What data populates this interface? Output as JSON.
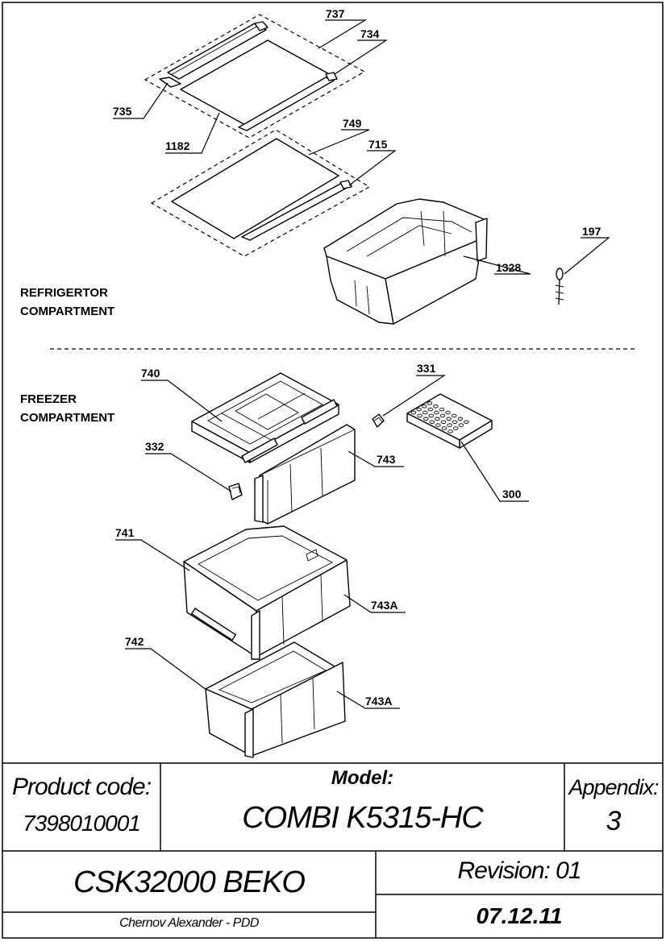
{
  "sections": {
    "refrigerator_line1": "REFRIGERTOR",
    "refrigerator_line2": "COMPARTMENT",
    "freezer_line1": "FREEZER",
    "freezer_line2": "COMPARTMENT"
  },
  "callouts": {
    "c737": "737",
    "c734": "734",
    "c735": "735",
    "c1182": "1182",
    "c749": "749",
    "c715": "715",
    "c197": "197",
    "c1328": "1328",
    "c740": "740",
    "c331": "331",
    "c332": "332",
    "c743": "743",
    "c300": "300",
    "c741": "741",
    "c743a_upper": "743A",
    "c742": "742",
    "c743a_lower": "743A"
  },
  "title_block": {
    "product_code_label": "Product code:",
    "product_code": "7398010001",
    "model_label": "Model:",
    "model": "COMBI K5315-HC",
    "appendix_label": "Appendix:",
    "appendix": "3",
    "drawing_code": "CSK32000 BEKO",
    "revision": "Revision: 01",
    "author": "Chernov Alexander - PDD",
    "date": "07.12.11"
  }
}
